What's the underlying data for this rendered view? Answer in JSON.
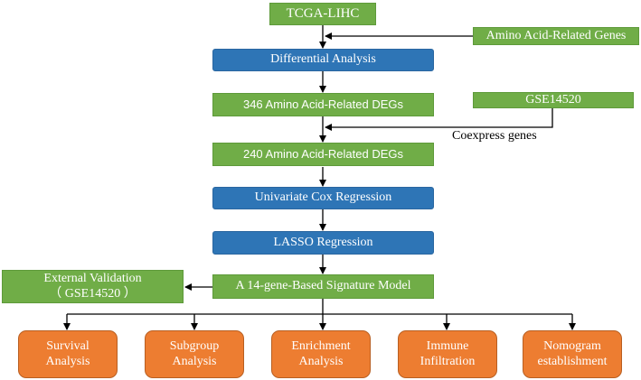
{
  "colors": {
    "green": "#70ad47",
    "blue": "#2e75b6",
    "orange": "#ed7d31",
    "arrow": "#000000"
  },
  "nodes": {
    "tcga": "TCGA-LIHC",
    "amino_genes": "Amino Acid-Related Genes",
    "differential": "Differential Analysis",
    "degs_346": "346 Amino Acid-Related DEGs",
    "gse": "GSE14520",
    "degs_240": "240 Amino Acid-Related DEGs",
    "univariate": "Univariate Cox Regression",
    "lasso": "LASSO Regression",
    "signature": "A 14-gene-Based Signature Model",
    "external_line1": "External Validation",
    "external_line2": "（ GSE14520 ）"
  },
  "edge_labels": {
    "coexpress": "Coexpress genes"
  },
  "outcomes": [
    {
      "line1": "Survival",
      "line2": "Analysis"
    },
    {
      "line1": "Subgroup",
      "line2": "Analysis"
    },
    {
      "line1": "Enrichment",
      "line2": "Analysis"
    },
    {
      "line1": "Immune",
      "line2": "Infiltration"
    },
    {
      "line1": "Nomogram",
      "line2": "establishment"
    }
  ]
}
